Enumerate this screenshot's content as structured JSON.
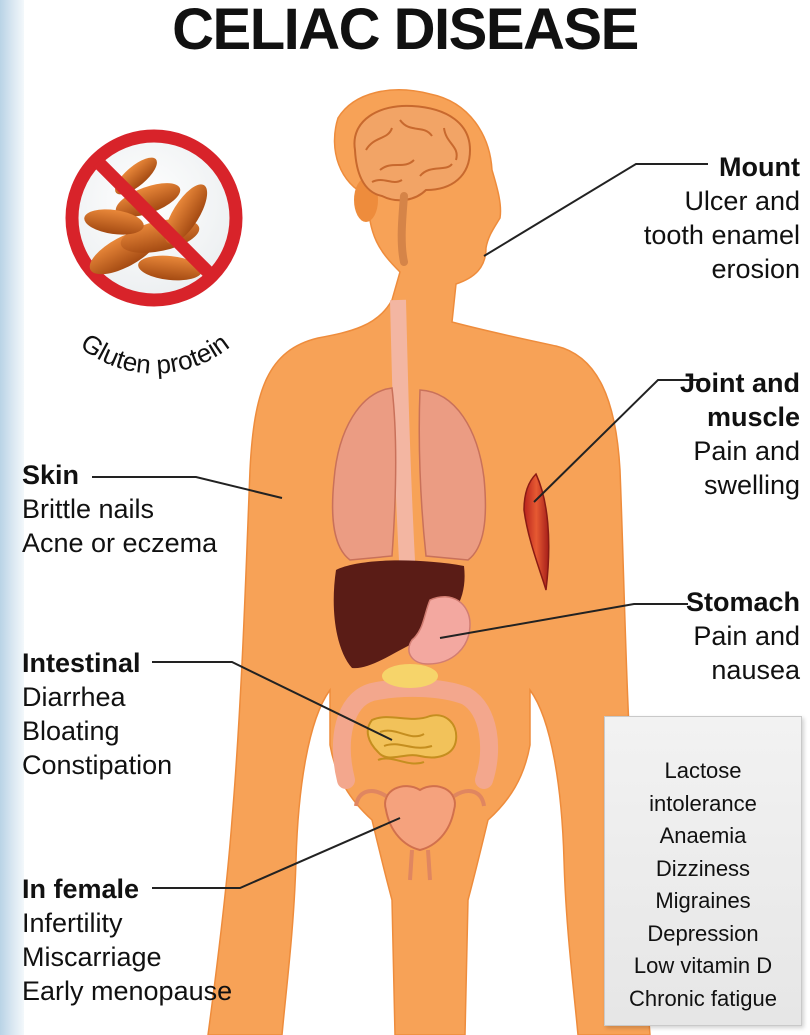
{
  "title": "CELIAC DISEASE",
  "badge": {
    "label": "Gluten protein"
  },
  "callouts": {
    "mouth": {
      "heading": "Mount",
      "lines": [
        "Ulcer and",
        "tooth enamel",
        "erosion"
      ]
    },
    "joint": {
      "heading": [
        "Joint and",
        "muscle"
      ],
      "lines": [
        "Pain and",
        "swelling"
      ]
    },
    "stomach": {
      "heading": "Stomach",
      "lines": [
        "Pain and",
        "nausea"
      ]
    },
    "skin": {
      "heading": "Skin",
      "lines": [
        "Brittle nails",
        "Acne or eczema"
      ]
    },
    "intestinal": {
      "heading": "Intestinal",
      "lines": [
        "Diarrhea",
        "Bloating",
        "Constipation"
      ]
    },
    "female": {
      "heading": "In female",
      "lines": [
        "Infertility",
        "Miscarriage",
        "Early menopause"
      ]
    }
  },
  "other_symptoms": [
    "Lactose",
    "intolerance",
    "Anaemia",
    "Dizziness",
    "Migraines",
    "Depression",
    "Low vitamin D",
    "Chronic fatigue"
  ],
  "colors": {
    "body": "#f7a257",
    "body_edge": "#ee8c3c",
    "no_sign": "#d8232a",
    "grain": "#c8611b",
    "liver": "#5a1c16",
    "lungs": "#eb9c83",
    "intestine": "#f2c25a",
    "leader": "#222222"
  }
}
